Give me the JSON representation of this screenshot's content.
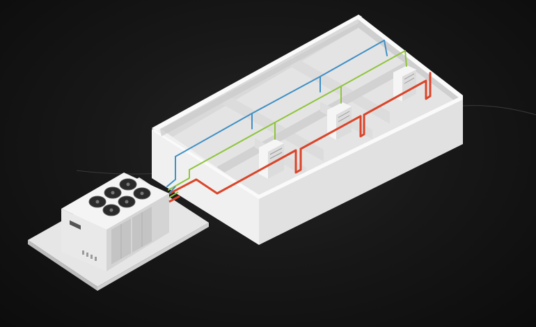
{
  "diagram": {
    "colors": {
      "background": "#141414",
      "wall_top": "#f2f2f2",
      "wall_side": "#d6d6d6",
      "floor": "#e6e6e6",
      "pipe_blue": "#3f8fc4",
      "pipe_green": "#8fc43a",
      "pipe_red": "#d9452a",
      "chiller_body": "#ececec",
      "fan": "#2a2a2a",
      "base_plate": "#e9e9e9"
    },
    "components": [
      {
        "id": "building",
        "icon": "building-floorplan-icon"
      },
      {
        "id": "chiller-unit",
        "icon": "chiller-icon",
        "fan_count": 6
      },
      {
        "id": "fan-coil-units",
        "icon": "fan-coil-icon",
        "unit_count": 3
      },
      {
        "id": "supply-pipe",
        "icon": "pipe-icon",
        "color_key": "pipe_blue"
      },
      {
        "id": "auxiliary-pipe",
        "icon": "pipe-icon",
        "color_key": "pipe_green"
      },
      {
        "id": "return-pipe",
        "icon": "pipe-icon",
        "color_key": "pipe_red"
      }
    ]
  }
}
